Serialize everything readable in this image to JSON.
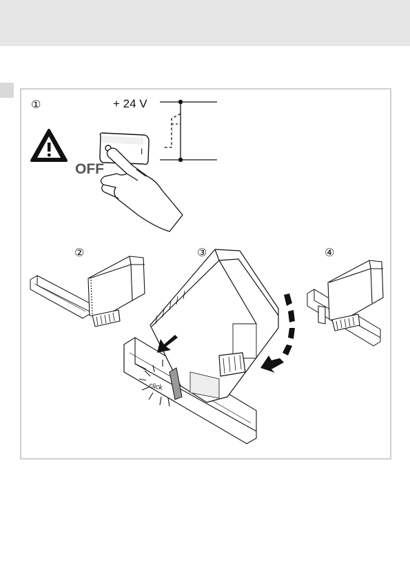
{
  "page": {
    "header_color": "#e6e6e6",
    "frame_color": "#cfcfcf"
  },
  "steps": [
    {
      "number": "①"
    },
    {
      "number": "②"
    },
    {
      "number": "③"
    },
    {
      "number": "④"
    }
  ],
  "supply": {
    "voltage_label": "+ 24 V"
  },
  "switch": {
    "off_label": "OFF",
    "on_mark": "I"
  },
  "mounting": {
    "click_label": "click"
  },
  "icons": {
    "warning": "warning-triangle-icon",
    "hand": "hand-pressing-icon",
    "arrow": "rotation-arrow-icon"
  }
}
